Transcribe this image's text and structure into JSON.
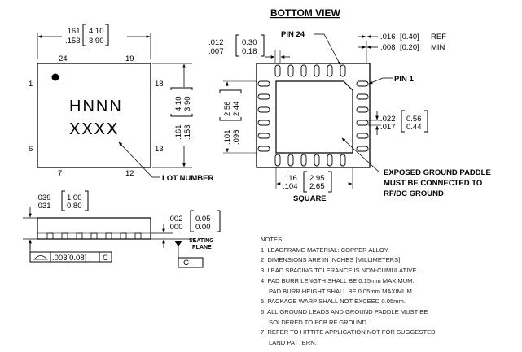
{
  "bottom_view_title": "BOTTOM VIEW",
  "top_view": {
    "marking_line1": "HNNN",
    "marking_line2": "XXXX",
    "pin_numbers": {
      "p24": "24",
      "p19": "19",
      "p1": "1",
      "p18": "18",
      "p6": "6",
      "p13": "13",
      "p7": "7",
      "p12": "12"
    },
    "width_in_max": ".161",
    "width_in_min": ".153",
    "width_mm_max": "4.10",
    "width_mm_min": "3.90",
    "height_in_max": ".161",
    "height_in_min": ".153",
    "height_mm_max": "4.10",
    "height_mm_min": "3.90",
    "lot_number_label": "LOT NUMBER"
  },
  "bottom_view": {
    "pin24_label": "PIN 24",
    "pin1_label": "PIN 1",
    "lead_width_in_max": ".012",
    "lead_width_in_min": ".007",
    "lead_width_mm_max": "0.30",
    "lead_width_mm_min": "0.18",
    "corner_in_ref": ".016",
    "corner_mm_ref": "[0.40]",
    "ref_label": "REF",
    "corner_in_min": ".008",
    "corner_mm_min": "[0.20]",
    "min_label": "MIN",
    "pad_height_mm_max": "2.56",
    "pad_height_mm_min": "2.44",
    "pad_height_in_max": ".101",
    "pad_height_in_min": ".096",
    "pitch_in_max": ".022",
    "pitch_in_min": ".017",
    "pitch_mm_max": "0.56",
    "pitch_mm_min": "0.44",
    "pad_width_in_max": ".116",
    "pad_width_in_min": ".104",
    "pad_width_mm_max": "2.95",
    "pad_width_mm_min": "2.65",
    "square_label": "SQUARE",
    "paddle_line1": "EXPOSED GROUND PADDLE",
    "paddle_line2": "MUST BE CONNECTED TO",
    "paddle_line3": "RF/DC GROUND"
  },
  "side_view": {
    "thickness_in_max": ".039",
    "thickness_in_min": ".031",
    "thickness_mm_max": "1.00",
    "thickness_mm_min": "0.80",
    "standoff_in_max": ".002",
    "standoff_in_min": ".000",
    "standoff_mm_max": "0.05",
    "standoff_mm_min": "0.00",
    "seating_label_1": "SEATING",
    "seating_label_2": "PLANE",
    "datum_label": "-C-",
    "tolerance_value": ".003[0.08]",
    "tolerance_datum": "C"
  },
  "notes": {
    "title": "NOTES:",
    "items": [
      "1. LEADFRAME MATERIAL: COPPER ALLOY",
      "2. DIMENSIONS ARE IN INCHES [MILLIMETERS]",
      "3. LEAD SPACING TOLERANCE IS NON-CUMULATIVE.",
      "4. PAD BURR LENGTH SHALL BE 0.15mm MAXIMUM.",
      "PAD BURR HEIGHT SHALL BE 0.05mm MAXIMUM.",
      "5. PACKAGE WARP SHALL NOT EXCEED 0.05mm.",
      "6. ALL GROUND LEADS AND GROUND PADDLE MUST BE",
      "SOLDERED TO PCB RF GROUND.",
      "7. REFER TO HITTITE APPLICATION NOT FOR SUGGESTED",
      "LAND PATTERN."
    ]
  }
}
